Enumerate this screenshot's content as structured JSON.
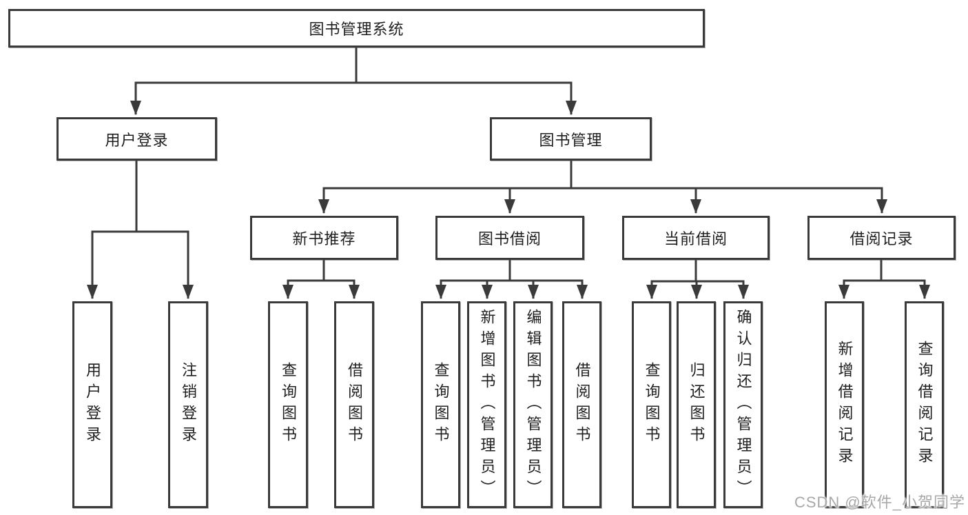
{
  "colors": {
    "line": "#3a3a3a",
    "box_border": "#3a3a3a",
    "box_fill": "#ffffff",
    "text": "#1f1f1f",
    "watermark_text": "#a8a8a8"
  },
  "diagram": {
    "root": {
      "label": "图书管理系统"
    },
    "branches": [
      {
        "label": "用户登录",
        "children": [
          {
            "label": "用户登录"
          },
          {
            "label": "注销登录"
          }
        ]
      },
      {
        "label": "图书管理",
        "children": [
          {
            "label": "新书推荐",
            "children": [
              {
                "label": "查询图书"
              },
              {
                "label": "借阅图书"
              }
            ]
          },
          {
            "label": "图书借阅",
            "children": [
              {
                "label": "查询图书"
              },
              {
                "label": "新增图书（管理员）"
              },
              {
                "label": "编辑图书（管理员）"
              },
              {
                "label": "借阅图书"
              }
            ]
          },
          {
            "label": "当前借阅",
            "children": [
              {
                "label": "查询图书"
              },
              {
                "label": "归还图书"
              },
              {
                "label": "确认归还（管理员）"
              }
            ]
          },
          {
            "label": "借阅记录",
            "children": [
              {
                "label": "新增借阅记录"
              },
              {
                "label": "查询借阅记录"
              }
            ]
          }
        ]
      }
    ]
  },
  "watermark": {
    "text": "CSDN @软件_小贺同学"
  }
}
